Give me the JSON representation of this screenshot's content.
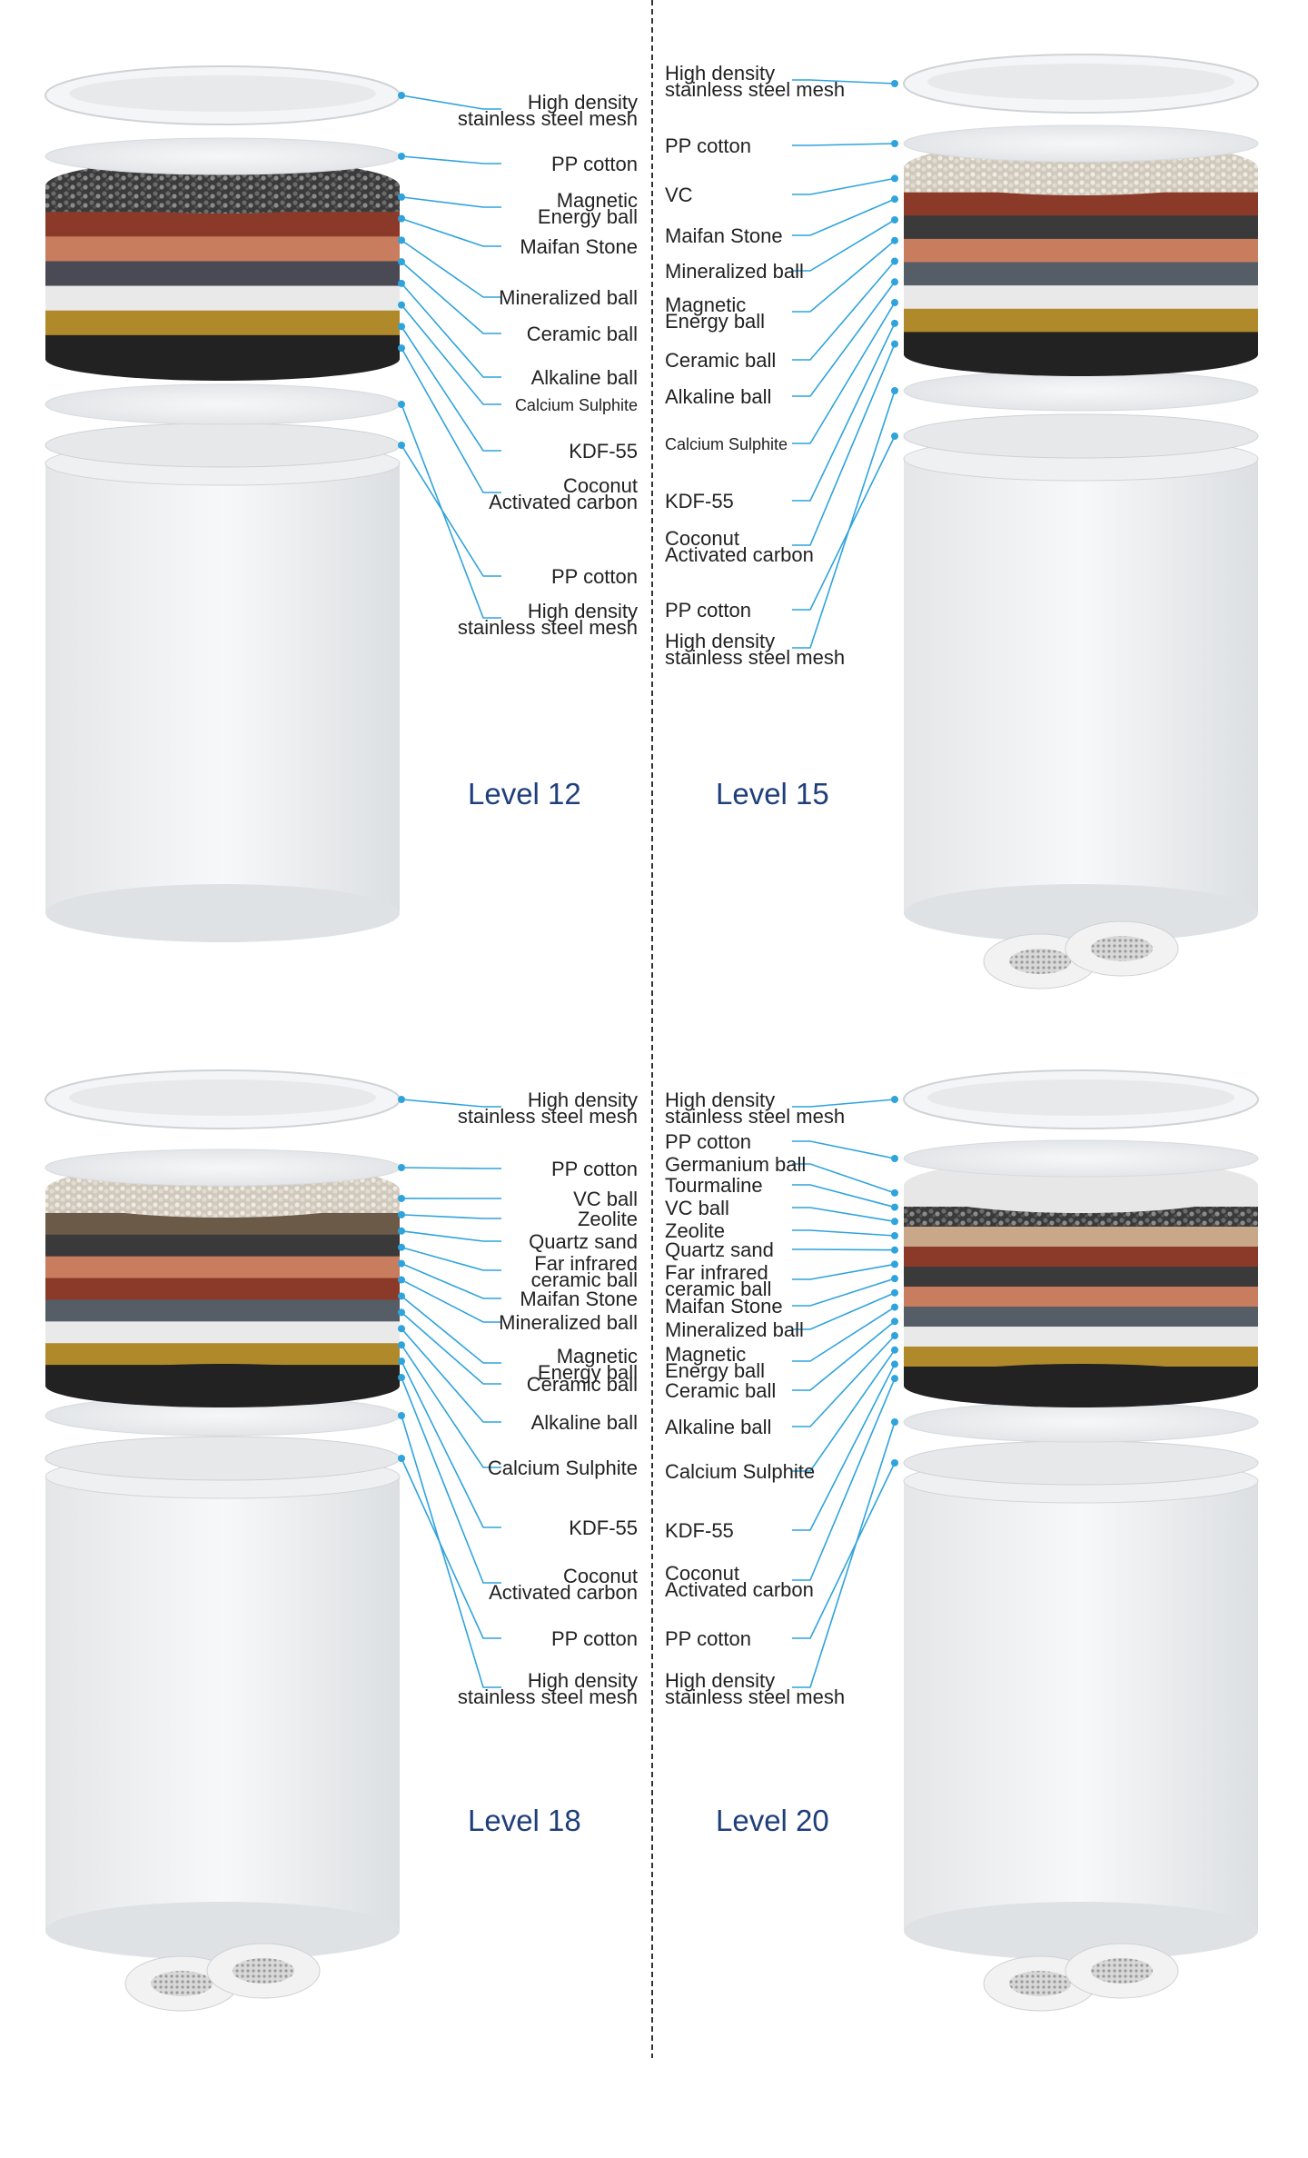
{
  "panels": [
    {
      "level": "Level 12",
      "side": "left",
      "labels": [
        {
          "text": "High density\nstainless steel mesh",
          "name": "mesh-top"
        },
        {
          "text": "PP cotton",
          "name": "pp-cotton-top"
        },
        {
          "text": "Magnetic\nEnergy ball",
          "name": "magnetic-energy-ball"
        },
        {
          "text": "Maifan Stone",
          "name": "maifan-stone"
        },
        {
          "text": "Mineralized ball",
          "name": "mineralized-ball"
        },
        {
          "text": "Ceramic ball",
          "name": "ceramic-ball"
        },
        {
          "text": "Alkaline ball",
          "name": "alkaline-ball"
        },
        {
          "text": "Calcium Sulphite",
          "name": "calcium-sulphite",
          "small": true
        },
        {
          "text": "KDF-55",
          "name": "kdf-55"
        },
        {
          "text": "Coconut\nActivated carbon",
          "name": "coconut-activated-carbon"
        },
        {
          "text": "PP cotton",
          "name": "pp-cotton-bottom"
        },
        {
          "text": "High density\nstainless steel mesh",
          "name": "mesh-bottom"
        }
      ]
    },
    {
      "level": "Level 15",
      "side": "right",
      "labels": [
        {
          "text": "High density\nstainless steel mesh",
          "name": "mesh-top"
        },
        {
          "text": "PP cotton",
          "name": "pp-cotton-top"
        },
        {
          "text": "VC",
          "name": "vc"
        },
        {
          "text": "Maifan Stone",
          "name": "maifan-stone"
        },
        {
          "text": "Mineralized ball",
          "name": "mineralized-ball"
        },
        {
          "text": "Magnetic\nEnergy ball",
          "name": "magnetic-energy-ball"
        },
        {
          "text": "Ceramic ball",
          "name": "ceramic-ball"
        },
        {
          "text": "Alkaline ball",
          "name": "alkaline-ball"
        },
        {
          "text": "Calcium Sulphite",
          "name": "calcium-sulphite",
          "small": true
        },
        {
          "text": "KDF-55",
          "name": "kdf-55"
        },
        {
          "text": "Coconut\nActivated carbon",
          "name": "coconut-activated-carbon"
        },
        {
          "text": "PP cotton",
          "name": "pp-cotton-bottom"
        },
        {
          "text": "High density\nstainless steel mesh",
          "name": "mesh-bottom"
        }
      ]
    },
    {
      "level": "Level 18",
      "side": "left",
      "labels": [
        {
          "text": "High density\nstainless steel mesh",
          "name": "mesh-top"
        },
        {
          "text": "PP cotton",
          "name": "pp-cotton-top"
        },
        {
          "text": "VC ball",
          "name": "vc-ball"
        },
        {
          "text": "Zeolite",
          "name": "zeolite"
        },
        {
          "text": "Quartz sand",
          "name": "quartz-sand"
        },
        {
          "text": "Far infrared\nceramic ball",
          "name": "far-infrared-ceramic-ball"
        },
        {
          "text": "Maifan Stone",
          "name": "maifan-stone"
        },
        {
          "text": "Mineralized ball",
          "name": "mineralized-ball"
        },
        {
          "text": "Magnetic\nEnergy ball",
          "name": "magnetic-energy-ball"
        },
        {
          "text": "Ceramic ball",
          "name": "ceramic-ball"
        },
        {
          "text": "Alkaline ball",
          "name": "alkaline-ball"
        },
        {
          "text": "Calcium Sulphite",
          "name": "calcium-sulphite"
        },
        {
          "text": "KDF-55",
          "name": "kdf-55"
        },
        {
          "text": "Coconut\nActivated carbon",
          "name": "coconut-activated-carbon"
        },
        {
          "text": "PP cotton",
          "name": "pp-cotton-bottom"
        },
        {
          "text": "High density\nstainless steel mesh",
          "name": "mesh-bottom"
        }
      ]
    },
    {
      "level": "Level 20",
      "side": "right",
      "labels": [
        {
          "text": "High density\nstainless steel mesh",
          "name": "mesh-top"
        },
        {
          "text": "PP cotton",
          "name": "pp-cotton-top"
        },
        {
          "text": "Germanium ball",
          "name": "germanium-ball"
        },
        {
          "text": "Tourmaline",
          "name": "tourmaline"
        },
        {
          "text": "VC ball",
          "name": "vc-ball"
        },
        {
          "text": "Zeolite",
          "name": "zeolite"
        },
        {
          "text": "Quartz sand",
          "name": "quartz-sand"
        },
        {
          "text": "Far infrared\nceramic ball",
          "name": "far-infrared-ceramic-ball"
        },
        {
          "text": "Maifan Stone",
          "name": "maifan-stone"
        },
        {
          "text": "Mineralized ball",
          "name": "mineralized-ball"
        },
        {
          "text": "Magnetic\nEnergy ball",
          "name": "magnetic-energy-ball"
        },
        {
          "text": "Ceramic ball",
          "name": "ceramic-ball"
        },
        {
          "text": "Alkaline ball",
          "name": "alkaline-ball"
        },
        {
          "text": "Calcium Sulphite",
          "name": "calcium-sulphite"
        },
        {
          "text": "KDF-55",
          "name": "kdf-55"
        },
        {
          "text": "Coconut\nActivated carbon",
          "name": "coconut-activated-carbon"
        },
        {
          "text": "PP cotton",
          "name": "pp-cotton-bottom"
        },
        {
          "text": "High density\nstainless steel mesh",
          "name": "mesh-bottom"
        }
      ]
    }
  ],
  "colors": {
    "leader_line": "#2fa3dc",
    "level_text": "#1f3f7a",
    "divider": "#333333"
  }
}
